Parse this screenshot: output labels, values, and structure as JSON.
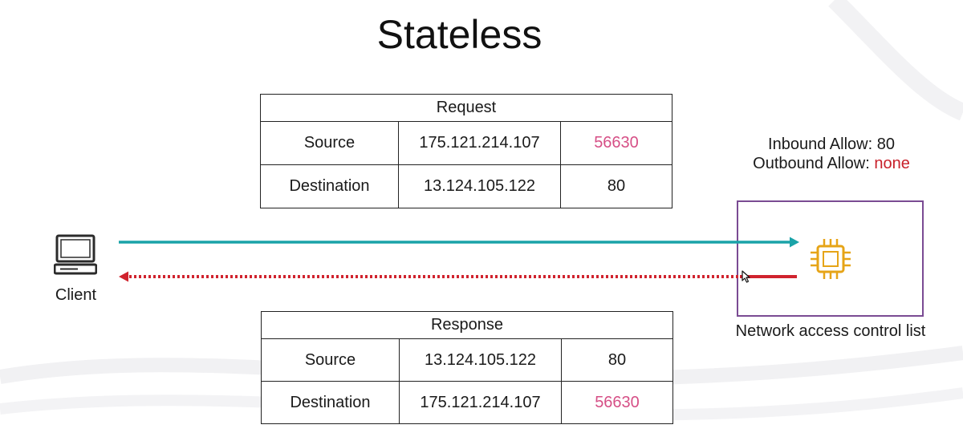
{
  "title": "Stateless",
  "request": {
    "header": "Request",
    "rows": [
      {
        "label": "Source",
        "ip": "175.121.214.107",
        "port": "56630",
        "port_highlight": true
      },
      {
        "label": "Destination",
        "ip": "13.124.105.122",
        "port": "80",
        "port_highlight": false
      }
    ]
  },
  "response": {
    "header": "Response",
    "rows": [
      {
        "label": "Source",
        "ip": "13.124.105.122",
        "port": "80",
        "port_highlight": false
      },
      {
        "label": "Destination",
        "ip": "175.121.214.107",
        "port": "56630",
        "port_highlight": true
      }
    ]
  },
  "rules": {
    "inbound_prefix": "Inbound Allow: ",
    "inbound_value": "80",
    "outbound_prefix": "Outbound Allow: ",
    "outbound_value": "none"
  },
  "client_label": "Client",
  "nacl_label": "Network access control list",
  "icons": {
    "client": "laptop-icon",
    "server": "chip-icon",
    "cursor": "mouse-cursor-icon"
  },
  "colors": {
    "request_arrow": "#1aa3a8",
    "response_arrow": "#d0232e",
    "port_highlight": "#d64f86",
    "outbound_none": "#c8202a",
    "nacl_border": "#7a4b93",
    "chip": "#e6a417"
  }
}
